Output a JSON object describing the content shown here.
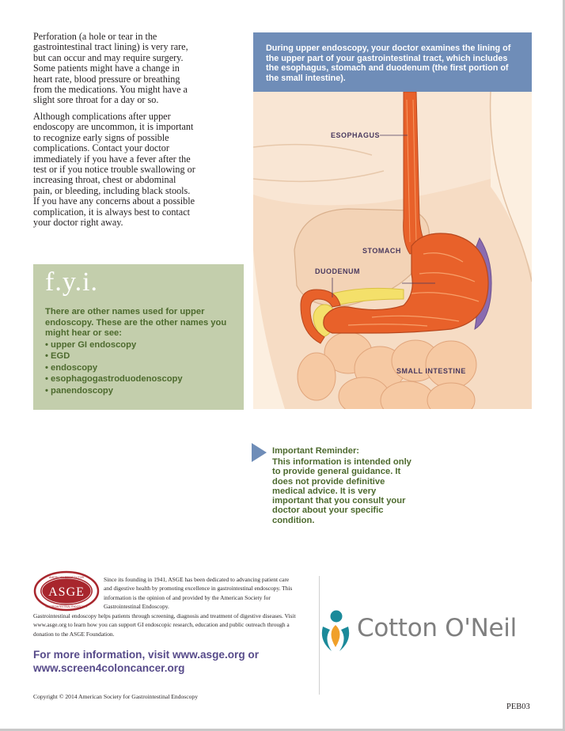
{
  "body_text": {
    "perforation": "Perforation (a hole or tear in the gastrointestinal tract lining) is very rare, but can occur and may require surgery. Some patients might have a change in heart rate, blood pressure or breathing from the medications. You might have a slight sore throat for a day or so.",
    "complications": "Although complications after upper endoscopy are uncommon, it is important to recognize early signs of possible complications. Contact your doctor immediately if you have a fever after the test or if you notice trouble swallowing or increasing throat, chest or abdominal pain, or bleeding, including black stools. If you have any concerns about a possible complication, it is always best to contact your doctor right away."
  },
  "fyi": {
    "title": "f.y.i.",
    "intro": "There are other names used for upper endoscopy. These are the other names you might hear or see:",
    "items": [
      "upper GI endoscopy",
      "EGD",
      "endoscopy",
      "esophagogastroduodenoscopy",
      "panendoscopy"
    ]
  },
  "figure": {
    "caption": "During upper endoscopy, your doctor examines the lining of the upper part of your gastrointestinal tract, which includes the esophagus, stomach and duodenum (the first portion of the small intestine).",
    "labels": {
      "esophagus": "ESOPHAGUS",
      "stomach": "STOMACH",
      "duodenum": "DUODENUM",
      "small_intestine": "SMALL INTESTINE"
    }
  },
  "reminder": {
    "title": "Important Reminder:",
    "body": "This information is intended only to provide general guidance. It does not provide definitive medical advice. It is very important that you consult your doctor about your specific condition."
  },
  "asge": {
    "seal_top_text": "AMERICAN SOCIETY FOR",
    "seal_name": "ASGE",
    "seal_bottom_text": "GASTROINTESTINAL ENDOSCOPY",
    "about": "Since its founding in 1941, ASGE has been dedicated to advancing patient care and digestive health by promoting excellence in gastrointestinal endoscopy. This information is the opinion of and provided by the American Society for Gastrointestinal Endoscopy.",
    "support": "Gastrointestinal endoscopy helps patients through screening, diagnosis and treatment of digestive diseases. Visit www.asge.org to learn how you can support GI endoscopic research, education and public outreach through a donation to the ASGE Foundation."
  },
  "more_info": {
    "line1": "For more information, visit www.asge.org or",
    "line2": "www.screen4coloncancer.org"
  },
  "partner_logo": {
    "text": "Cotton O'Neil"
  },
  "footer": {
    "copyright": "Copyright © 2014 American Society for Gastrointestinal Endoscopy",
    "code": "PEB03"
  },
  "colors": {
    "fyi_background": "#c3ceac",
    "fyi_text": "#4d6a2e",
    "caption_background": "#6f8db8",
    "more_info_text": "#574b8a",
    "asge_red": "#a8262d",
    "logo_teal": "#1b8a9a",
    "logo_orange": "#f0a02a"
  }
}
